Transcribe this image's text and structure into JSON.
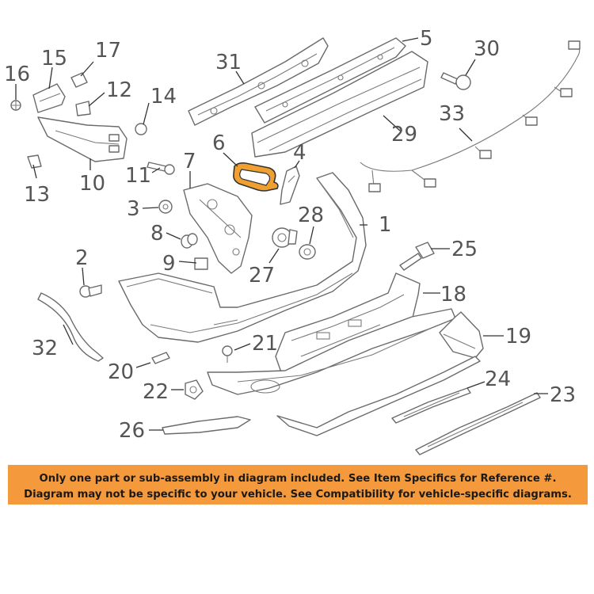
{
  "diagram": {
    "callouts": [
      {
        "id": "c1",
        "label": "1"
      },
      {
        "id": "c2",
        "label": "2"
      },
      {
        "id": "c3",
        "label": "3"
      },
      {
        "id": "c4",
        "label": "4"
      },
      {
        "id": "c5",
        "label": "5"
      },
      {
        "id": "c6",
        "label": "6"
      },
      {
        "id": "c7",
        "label": "7"
      },
      {
        "id": "c8",
        "label": "8"
      },
      {
        "id": "c9",
        "label": "9"
      },
      {
        "id": "c10",
        "label": "10"
      },
      {
        "id": "c11",
        "label": "11"
      },
      {
        "id": "c12",
        "label": "12"
      },
      {
        "id": "c13",
        "label": "13"
      },
      {
        "id": "c14",
        "label": "14"
      },
      {
        "id": "c15",
        "label": "15"
      },
      {
        "id": "c16",
        "label": "16"
      },
      {
        "id": "c17",
        "label": "17"
      },
      {
        "id": "c18",
        "label": "18"
      },
      {
        "id": "c19",
        "label": "19"
      },
      {
        "id": "c20",
        "label": "20"
      },
      {
        "id": "c21",
        "label": "21"
      },
      {
        "id": "c22",
        "label": "22"
      },
      {
        "id": "c23",
        "label": "23"
      },
      {
        "id": "c24",
        "label": "24"
      },
      {
        "id": "c25",
        "label": "25"
      },
      {
        "id": "c26",
        "label": "26"
      },
      {
        "id": "c27",
        "label": "27"
      },
      {
        "id": "c28",
        "label": "28"
      },
      {
        "id": "c29",
        "label": "29"
      },
      {
        "id": "c30",
        "label": "30"
      },
      {
        "id": "c31",
        "label": "31"
      },
      {
        "id": "c32",
        "label": "32"
      },
      {
        "id": "c33",
        "label": "33"
      }
    ],
    "highlighted_part": "6",
    "highlight_color": "#f0a030"
  },
  "notice": {
    "line1": "Only one part or sub-assembly in diagram included. See Item Specifics for Reference #.",
    "line2": "Diagram may not be specific to your vehicle. See Compatibility for vehicle-specific diagrams.",
    "background": "#f49a3c"
  }
}
